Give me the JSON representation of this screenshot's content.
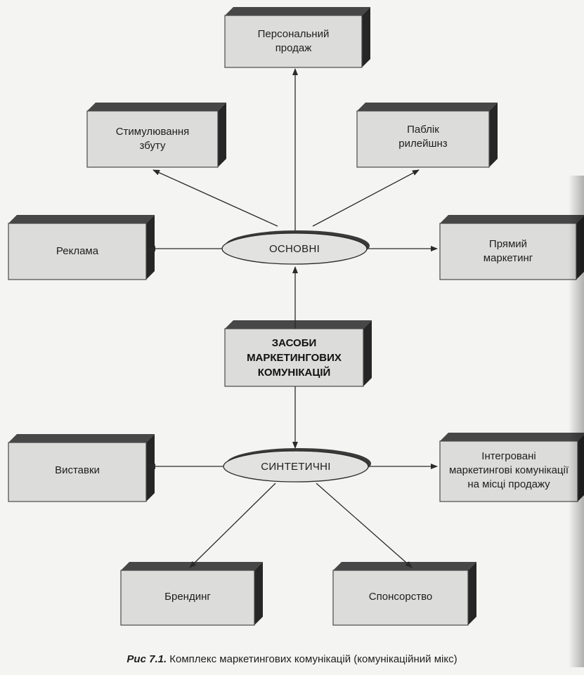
{
  "center": {
    "label": "ЗАСОБИ\nМАРКЕТИНГОВИХ\nКОМУНІКАЦІЙ"
  },
  "groups": {
    "main": "ОСНОВНІ",
    "synthetic": "СИНТЕТИЧНІ"
  },
  "main_items": {
    "personal_selling": "Персональний\nпродаж",
    "sales_promotion": "Стимулювання\nзбуту",
    "public_relations": "Паблік\nрилейшнз",
    "advertising": "Реклама",
    "direct_marketing": "Прямий\nмаркетинг"
  },
  "synthetic_items": {
    "exhibitions": "Виставки",
    "integrated_pos": "Інтегровані\nмаркетингові комунікації\nна місці продажу",
    "branding": "Брендинг",
    "sponsorship": "Спонсорство"
  },
  "caption": {
    "lead": "Рис 7.1.",
    "text": " Комплекс маркетингових комунікацій (комунікаційний мікс)"
  }
}
